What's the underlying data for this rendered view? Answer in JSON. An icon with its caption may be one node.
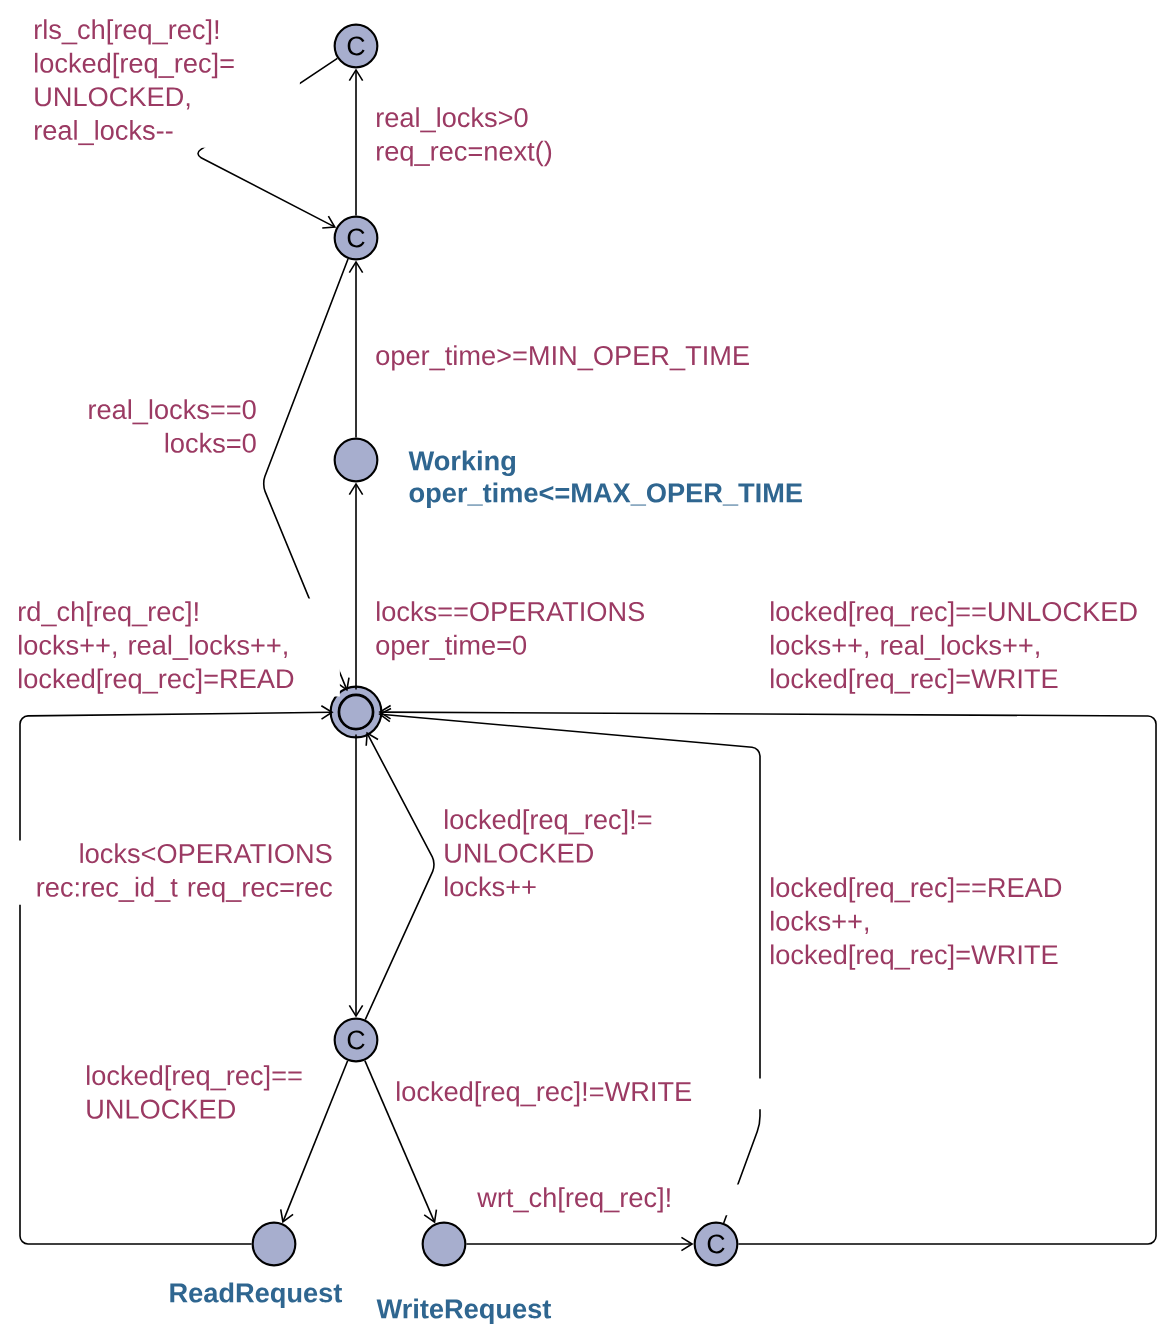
{
  "diagram": {
    "nodes": [
      {
        "text": [
          "C"
        ]
      },
      {
        "text": [
          "C"
        ]
      },
      {
        "text": [],
        "shape": "circle",
        "beside": [
          "Working",
          "oper_time<=MAX_OPER_TIME"
        ]
      },
      {
        "text": [],
        "shape": "circle"
      },
      {
        "text": [
          "C"
        ]
      },
      {
        "text": [],
        "shape": "circle",
        "beside": [
          "ReadRequest"
        ]
      },
      {
        "text": [],
        "shape": "circle",
        "beside": [
          "WriteRequest"
        ]
      },
      {
        "text": [
          "C"
        ]
      }
    ],
    "edges": [
      {
        "from": 1,
        "to": 0,
        "arrow": "to",
        "label": "real_locks>0 req_rec=next()"
      },
      {
        "from": 0,
        "to": 1,
        "arrow": "to",
        "label": "rls_ch[req_rec]! locked[req_rec]= UNLOCKED, real_locks--"
      },
      {
        "from": 2,
        "to": 1,
        "arrow": "to",
        "label": "oper_time>=MIN_OPER_TIME"
      },
      {
        "from": 1,
        "to": 3,
        "arrow": "to",
        "label": "real_locks==0 locks=0"
      },
      {
        "from": 3,
        "to": 2,
        "arrow": "to",
        "label": "locks==OPERATIONS oper_time=0"
      },
      {
        "from": 5,
        "to": 3,
        "arrow": "to",
        "label": "rd_ch[req_rec]! locks++, real_locks++, locked[req_rec]=READ"
      },
      {
        "from": 7,
        "to": 3,
        "arrow": "to",
        "label": "locked[req_rec]==UNLOCKED locks++, real_locks++, locked[req_rec]=WRITE"
      },
      {
        "from": 7,
        "to": 3,
        "arrow": "to",
        "label": "locked[req_rec]==READ locks++, locked[req_rec]=WRITE"
      },
      {
        "from": 3,
        "to": 4,
        "arrow": "to",
        "label": "locks<OPERATIONS rec:rec_id_t req_rec=rec"
      },
      {
        "from": 4,
        "to": 3,
        "arrow": "to",
        "label": "locked[req_rec]!= UNLOCKED locks++"
      },
      {
        "from": 4,
        "to": 5,
        "arrow": "to",
        "label": "locked[req_rec]== UNLOCKED"
      },
      {
        "from": 4,
        "to": 6,
        "arrow": "to",
        "label": "locked[req_rec]!=WRITE"
      },
      {
        "from": 6,
        "to": 7,
        "arrow": "to",
        "label": "wrt_ch[req_rec]!"
      }
    ]
  }
}
